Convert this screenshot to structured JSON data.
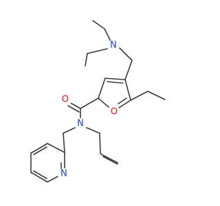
{
  "colors": {
    "bond": "#3a3a3a",
    "nitrogen": "#1f3fd0",
    "oxygen": "#e8120e",
    "background": "#ffffff"
  },
  "atoms": {
    "n_amine": "N",
    "o_carbonyl": "O",
    "o_furan": "O",
    "n_amide": "N",
    "n_pyridine": "N"
  }
}
